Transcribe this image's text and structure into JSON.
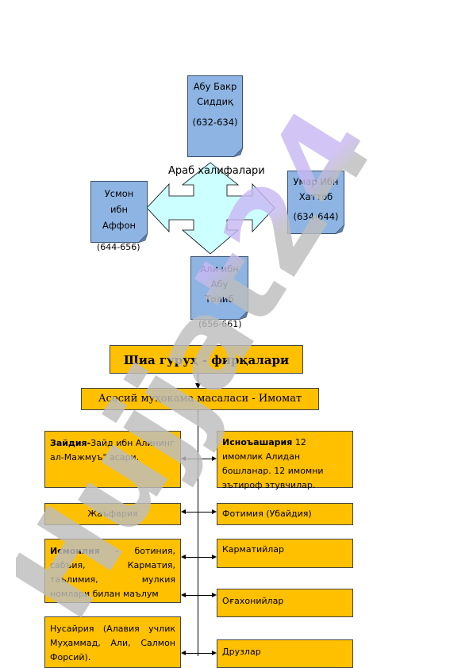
{
  "caliphs": {
    "center_label": "Араб халифалари",
    "abu_bakr": {
      "l1": "Абу Бакр",
      "l2": "Сиддиқ",
      "dates": "(632-634)"
    },
    "umar": {
      "l1": "Умар Ибн",
      "l2": "Хаттоб",
      "dates": "(634-644)"
    },
    "usmon": {
      "l1": "Усмон",
      "l2": "ибн",
      "l3": "Аффон",
      "dates": "(644-656)"
    },
    "ali": {
      "l1": "Али ибн",
      "l2": "Абу",
      "l3": "Толиб",
      "dates": "(656-661)"
    }
  },
  "title": "Шиа гуруҳ - фирқалари",
  "subtitle": "Асосий муҳокама масаласи - Имомат",
  "left": {
    "zaydiya_bold": "Зайдия-",
    "zaydiya_rest": "Зайд ибн Алининг ал-Мажмуъ\" асари.",
    "jafariya": "Жаъфария",
    "ismoiliya_bold": "Исмоилия",
    "ismoiliya_rest": " – ботиния, сабъия, Карматия, таълимия, мулкия номлари билан маълум",
    "nusayriya": "Нусайрия (Алавия учлик Муҳаммад, Али, Салмон Форсий)."
  },
  "right": {
    "isnoashariya_bold": "Исноъашария",
    "isnoashariya_rest": " 12 имомлик Алидан бошланар. 12 имомни эътироф этувчилар.",
    "fotimiya": "Фотимия (Убайдия)",
    "karmatiylar": "Карматийлар",
    "ogahoniylar": "Оғахонийлар",
    "druzlar": "Друзлар"
  },
  "watermark": "Hujjat24",
  "colors": {
    "blue": "#8db4e2",
    "orange": "#ffc000",
    "arrow": "#ccffff",
    "watermark_gray": "#bdbdbd",
    "watermark_violet": "#c8b8f4"
  }
}
